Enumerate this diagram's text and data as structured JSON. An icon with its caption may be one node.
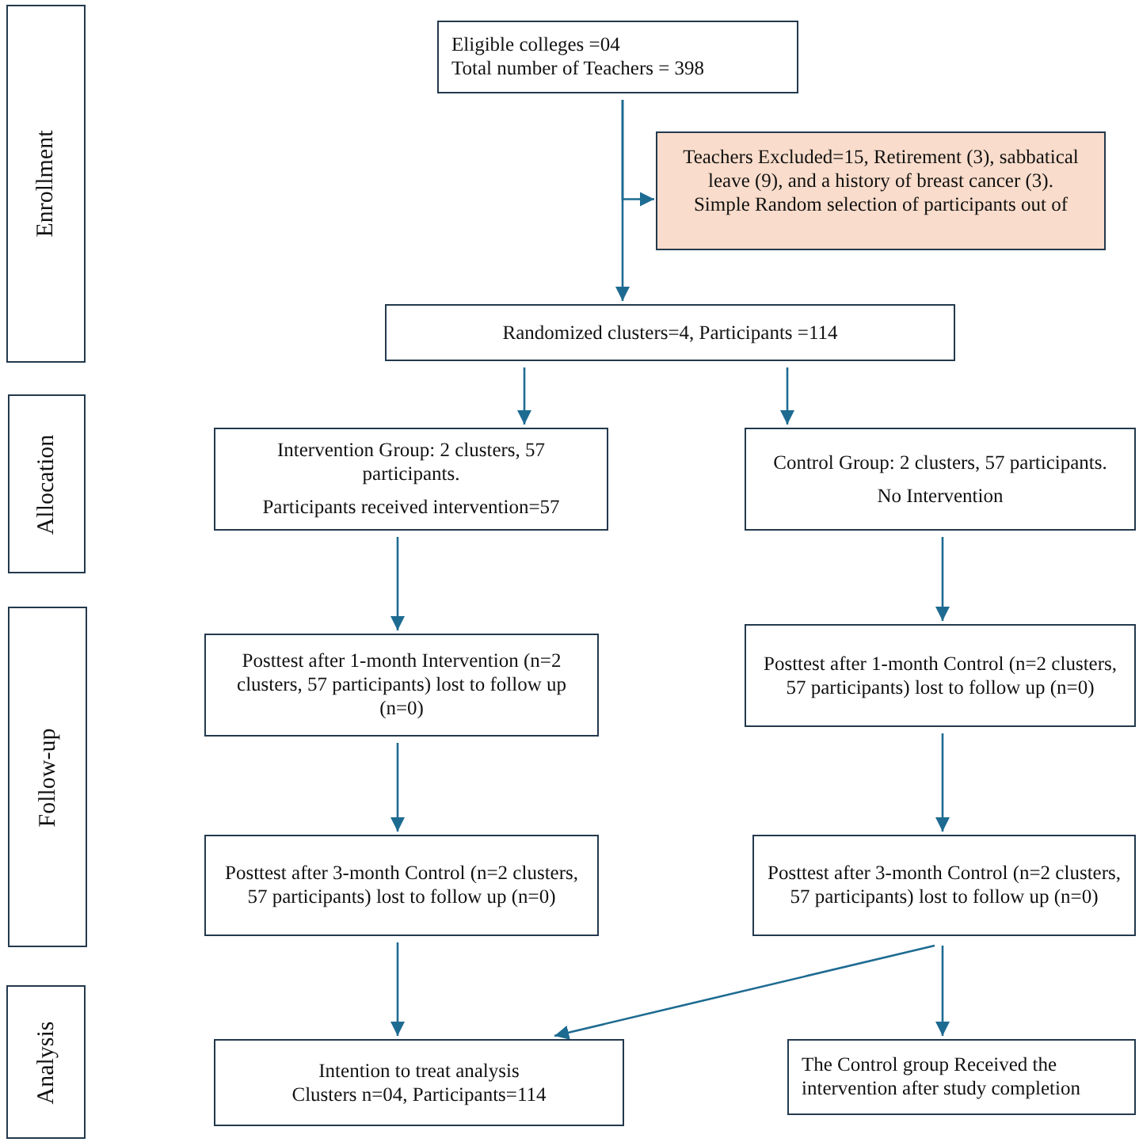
{
  "diagram": {
    "nodes": [
      {
        "text": [
          "Eligible colleges =04",
          "Total number of Teachers = 398"
        ]
      },
      {
        "text": [
          "Teachers Excluded=15, Retirement (3), sabbatical leave (9), and a history of breast cancer (3).",
          "Simple Random selection of participants out of"
        ]
      },
      {
        "text": [
          "Randomized clusters=4, Participants =114"
        ]
      },
      {
        "text": [
          "Intervention Group: 2 clusters, 57 participants.",
          "Participants received intervention=57"
        ]
      },
      {
        "text": [
          "Control Group: 2 clusters, 57 participants.",
          "No Intervention"
        ]
      },
      {
        "text": [
          "Posttest after 1-month Intervention (n=2 clusters, 57 participants) lost to follow up (n=0)"
        ]
      },
      {
        "text": [
          "Posttest after 1-month Control (n=2 clusters, 57 participants) lost to follow up (n=0)"
        ]
      },
      {
        "text": [
          "Posttest after 3-month Control (n=2 clusters, 57 participants) lost to follow up (n=0)"
        ]
      },
      {
        "text": [
          "Posttest after 3-month Control (n=2 clusters, 57 participants) lost to follow up (n=0)"
        ]
      },
      {
        "text": [
          "Intention to treat analysis",
          "Clusters n=04, Participants=114"
        ]
      },
      {
        "text": [
          "The Control group Received the intervention after study completion"
        ]
      },
      {
        "text": [
          "Enrollment"
        ]
      },
      {
        "text": [
          "Allocation"
        ]
      },
      {
        "text": [
          "Follow-up"
        ]
      },
      {
        "text": [
          "Analysis"
        ]
      }
    ],
    "edges": [
      {
        "from": 0,
        "to": 1,
        "arrow": "to"
      },
      {
        "from": 0,
        "to": 2,
        "arrow": "to"
      },
      {
        "from": 2,
        "to": 3,
        "arrow": "to"
      },
      {
        "from": 2,
        "to": 4,
        "arrow": "to"
      },
      {
        "from": 3,
        "to": 5,
        "arrow": "to"
      },
      {
        "from": 4,
        "to": 6,
        "arrow": "to"
      },
      {
        "from": 5,
        "to": 7,
        "arrow": "to"
      },
      {
        "from": 6,
        "to": 8,
        "arrow": "to"
      },
      {
        "from": 7,
        "to": 9,
        "arrow": "to"
      },
      {
        "from": 8,
        "to": 9,
        "arrow": "to"
      },
      {
        "from": 8,
        "to": 10,
        "arrow": "to"
      }
    ]
  }
}
